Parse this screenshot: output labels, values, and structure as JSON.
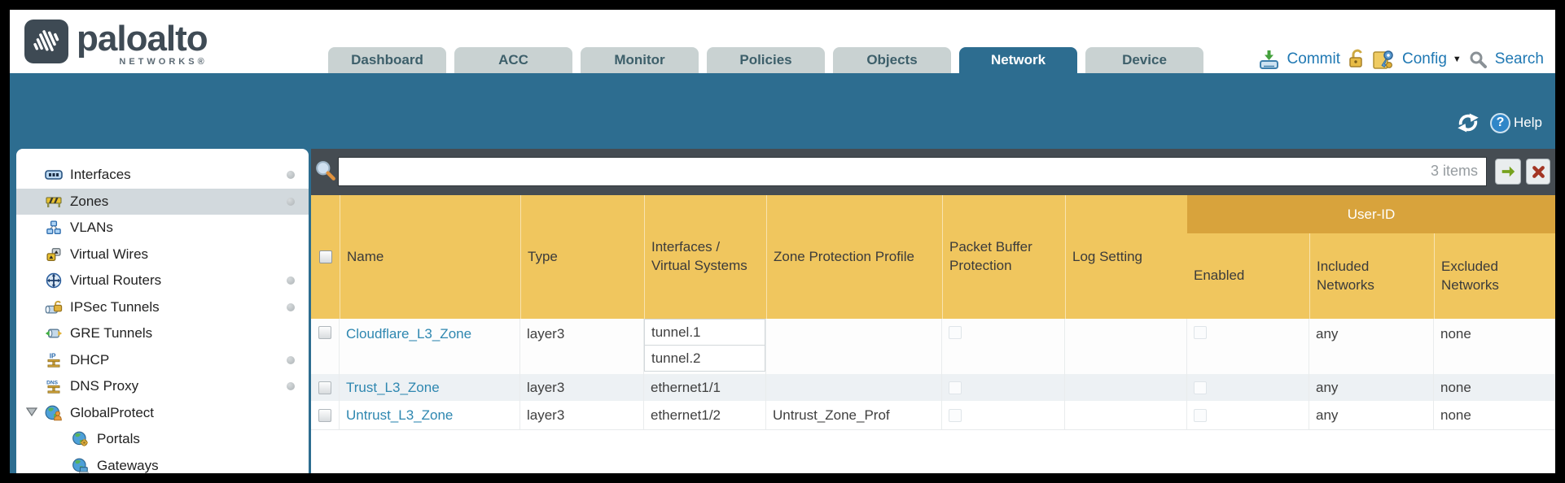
{
  "app": {
    "brand": "paloalto",
    "brand_sub": "NETWORKS®"
  },
  "header": {
    "tabs": [
      {
        "label": "Dashboard"
      },
      {
        "label": "ACC"
      },
      {
        "label": "Monitor"
      },
      {
        "label": "Policies"
      },
      {
        "label": "Objects"
      },
      {
        "label": "Network",
        "active": true
      },
      {
        "label": "Device"
      }
    ],
    "commit_label": "Commit",
    "config_label": "Config",
    "search_label": "Search"
  },
  "toolbar": {
    "help_label": "Help"
  },
  "sidebar": {
    "items": [
      {
        "label": "Interfaces",
        "icon": "interfaces-icon",
        "dot": true
      },
      {
        "label": "Zones",
        "icon": "zones-icon",
        "dot": true,
        "selected": true
      },
      {
        "label": "VLANs",
        "icon": "vlans-icon"
      },
      {
        "label": "Virtual Wires",
        "icon": "virtual-wires-icon"
      },
      {
        "label": "Virtual Routers",
        "icon": "virtual-routers-icon",
        "dot": true
      },
      {
        "label": "IPSec Tunnels",
        "icon": "ipsec-tunnels-icon",
        "dot": true
      },
      {
        "label": "GRE Tunnels",
        "icon": "gre-tunnels-icon"
      },
      {
        "label": "DHCP",
        "icon": "dhcp-icon",
        "dot": true
      },
      {
        "label": "DNS Proxy",
        "icon": "dns-proxy-icon",
        "dot": true
      },
      {
        "label": "GlobalProtect",
        "icon": "globalprotect-icon",
        "expanded": true
      },
      {
        "label": "Portals",
        "icon": "portals-icon",
        "indent": 1
      },
      {
        "label": "Gateways",
        "icon": "gateways-icon",
        "indent": 1
      }
    ]
  },
  "filterbar": {
    "search_value": "",
    "items_count": "3 items"
  },
  "table": {
    "group_header": "User-ID",
    "columns": {
      "name": "Name",
      "type": "Type",
      "interfaces": "Interfaces / Virtual Systems",
      "zpp": "Zone Protection Profile",
      "pbp": "Packet Buffer Protection",
      "log": "Log Setting",
      "enabled": "Enabled",
      "included": "Included Networks",
      "excluded": "Excluded Networks"
    },
    "rows": [
      {
        "name": "Cloudflare_L3_Zone",
        "type": "layer3",
        "interfaces": [
          "tunnel.1",
          "tunnel.2"
        ],
        "zpp": "",
        "log": "",
        "included": "any",
        "excluded": "none"
      },
      {
        "name": "Trust_L3_Zone",
        "type": "layer3",
        "interfaces": [
          "ethernet1/1"
        ],
        "zpp": "",
        "log": "",
        "included": "any",
        "excluded": "none"
      },
      {
        "name": "Untrust_L3_Zone",
        "type": "layer3",
        "interfaces": [
          "ethernet1/2"
        ],
        "zpp": "Untrust_Zone_Prof",
        "log": "",
        "included": "any",
        "excluded": "none"
      }
    ]
  },
  "colors": {
    "accent_teal": "#2d6d90",
    "header_gold": "#f0c65e",
    "userid_band": "#d8a33c",
    "link_blue": "#2e87b0",
    "filterbar_gray": "#454c52"
  }
}
